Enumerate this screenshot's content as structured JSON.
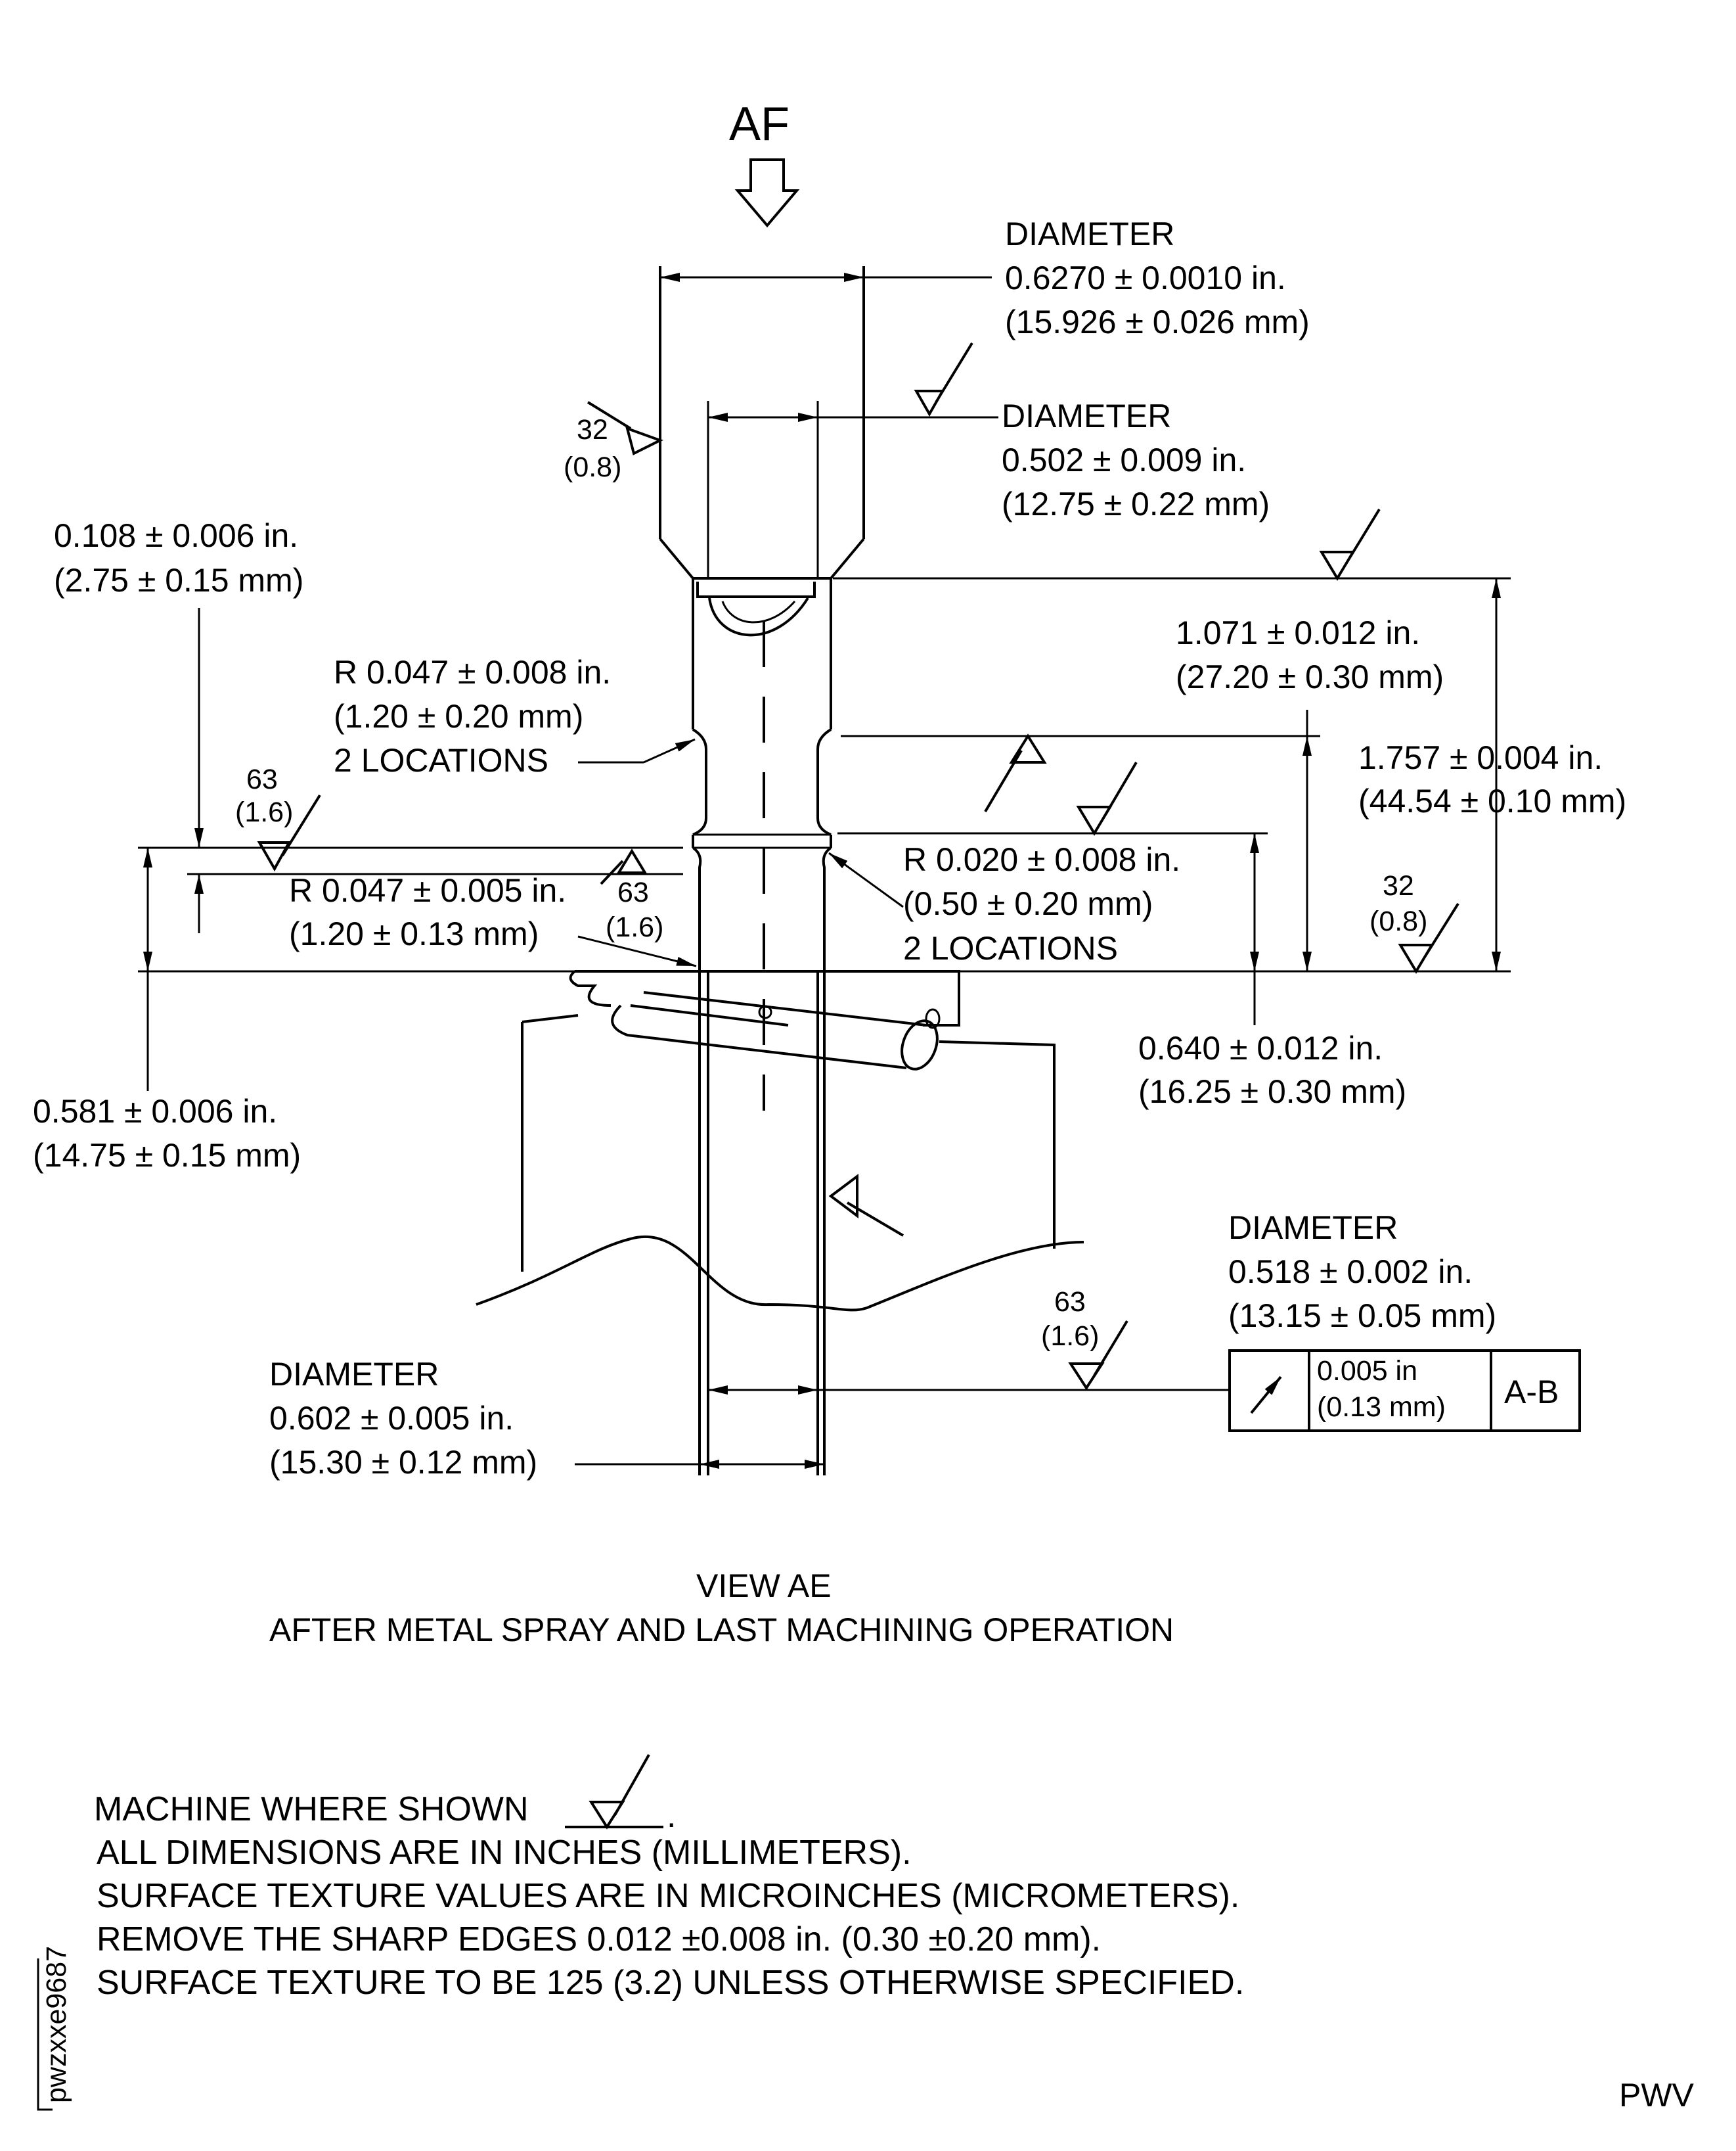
{
  "view_arrow": {
    "label": "AF"
  },
  "dimensions": {
    "outer_diameter": {
      "title": "DIAMETER",
      "inch": "0.6270 ± 0.0010 in.",
      "mm": "(15.926 ± 0.026 mm)"
    },
    "inner_diameter": {
      "title": "DIAMETER",
      "inch": "0.502 ± 0.009 in.",
      "mm": "(12.75 ± 0.22 mm)"
    },
    "step_height": {
      "inch": "0.108 ± 0.006 in.",
      "mm": "(2.75 ± 0.15 mm)"
    },
    "radius_upper": {
      "inch": "R 0.047 ± 0.008 in.",
      "mm": "(1.20 ± 0.20 mm)",
      "note": "2 LOCATIONS"
    },
    "radius_lower": {
      "inch": "R 0.047 ± 0.005 in.",
      "mm": "(1.20 ± 0.13 mm)"
    },
    "radius_small": {
      "inch": "R 0.020 ± 0.008 in.",
      "mm": "(0.50 ± 0.20 mm)",
      "note": "2 LOCATIONS"
    },
    "height_1071": {
      "inch": "1.071 ± 0.012 in.",
      "mm": "(27.20 ± 0.30 mm)"
    },
    "height_1757": {
      "inch": "1.757 ± 0.004 in.",
      "mm": "(44.54 ± 0.10 mm)"
    },
    "height_0640": {
      "inch": "0.640 ± 0.012 in.",
      "mm": "(16.25 ± 0.30 mm)"
    },
    "height_0581": {
      "inch": "0.581 ± 0.006 in.",
      "mm": "(14.75 ± 0.15 mm)"
    },
    "diameter_0518": {
      "title": "DIAMETER",
      "inch": "0.518 ± 0.002 in.",
      "mm": "(13.15 ± 0.05 mm)"
    },
    "diameter_0602": {
      "title": "DIAMETER",
      "inch": "0.602 ± 0.005 in.",
      "mm": "(15.30 ± 0.12 mm)"
    }
  },
  "surface_finish": {
    "left_32": {
      "value": "32",
      "metric": "(0.8)"
    },
    "left_63": {
      "value": "63",
      "metric": "(1.6)"
    },
    "mid_63": {
      "value": "63",
      "metric": "(1.6)"
    },
    "right_32": {
      "value": "32",
      "metric": "(0.8)"
    },
    "bottom_63": {
      "value": "63",
      "metric": "(1.6)"
    }
  },
  "tolerance_frame": {
    "value_in": "0.005 in",
    "value_mm": "(0.13 mm)",
    "datum": "A-B"
  },
  "caption": {
    "title": "VIEW AE",
    "subtitle": "AFTER METAL SPRAY AND LAST MACHINING OPERATION"
  },
  "notes": [
    "MACHINE WHERE SHOWN",
    "ALL DIMENSIONS ARE IN INCHES (MILLIMETERS).",
    "SURFACE TEXTURE VALUES ARE IN MICROINCHES (MICROMETERS).",
    "REMOVE THE SHARP EDGES 0.012 ±0.008 in. (0.30 ±0.20 mm).",
    "SURFACE TEXTURE TO BE 125 (3.2) UNLESS OTHERWISE SPECIFIED."
  ],
  "notes_trailing_period": ".",
  "figure_id": "pwzxxe9687",
  "footer_code": "PWV"
}
